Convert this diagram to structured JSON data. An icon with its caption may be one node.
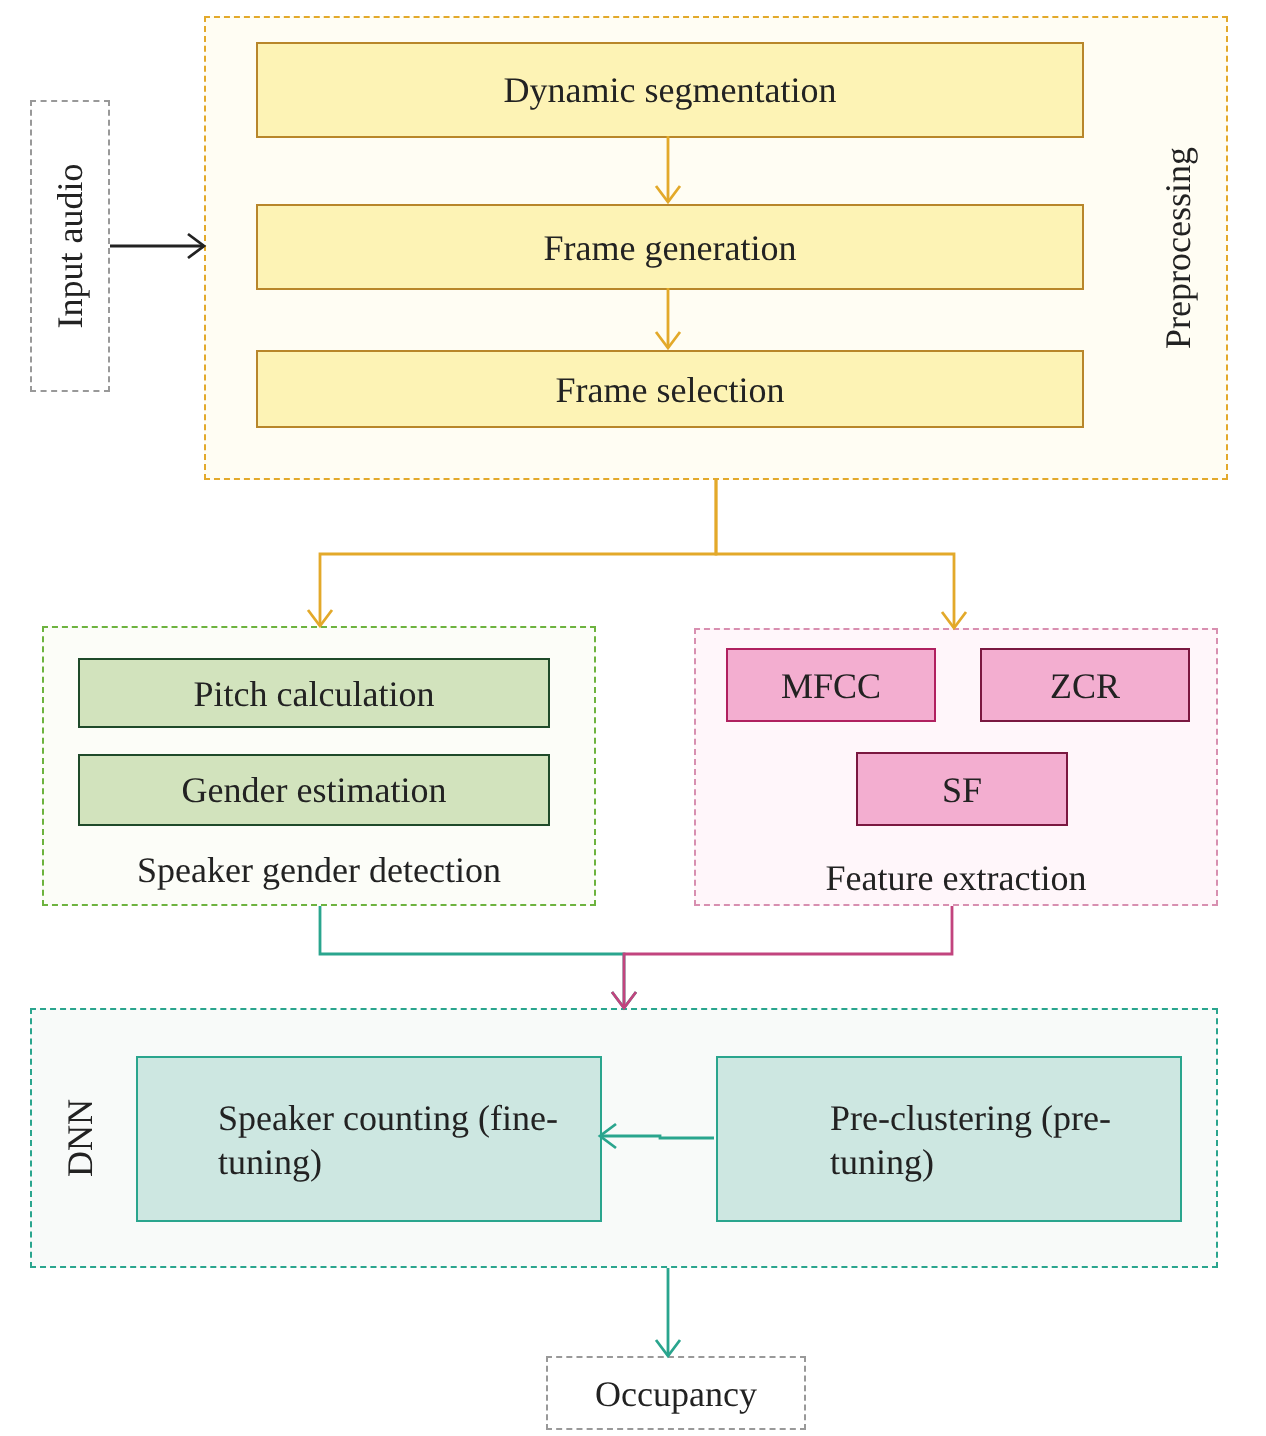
{
  "diagram": {
    "nodes": [
      {
        "text": [
          "Input audio"
        ]
      },
      {
        "text": [
          "Preprocessing"
        ]
      },
      {
        "text": [
          "Dynamic segmentation"
        ],
        "in": 1
      },
      {
        "text": [
          "Frame generation"
        ],
        "in": 1
      },
      {
        "text": [
          "Frame selection"
        ],
        "in": 1
      },
      {
        "text": [
          "Speaker gender detection"
        ]
      },
      {
        "text": [
          "Pitch calculation"
        ],
        "in": 5
      },
      {
        "text": [
          "Gender estimation"
        ],
        "in": 5
      },
      {
        "text": [
          "Feature extraction"
        ]
      },
      {
        "text": [
          "MFCC"
        ],
        "in": 8
      },
      {
        "text": [
          "ZCR"
        ],
        "in": 8
      },
      {
        "text": [
          "SF"
        ],
        "in": 8
      },
      {
        "text": [
          "DNN"
        ]
      },
      {
        "text": [
          "Speaker counting (fine-tuning)"
        ],
        "in": 12
      },
      {
        "text": [
          "Pre-clustering (pre-tuning)"
        ],
        "in": 12
      },
      {
        "text": [
          "Occupancy"
        ]
      }
    ],
    "edges": [
      {
        "from": 0,
        "to": 1,
        "arrow": "to",
        "color": "#222222"
      },
      {
        "from": 2,
        "to": 3,
        "arrow": "to",
        "color": "#e3a92a"
      },
      {
        "from": 3,
        "to": 4,
        "arrow": "to",
        "color": "#e3a92a"
      },
      {
        "from": 1,
        "to": 5,
        "arrow": "to",
        "color": "#e3a92a"
      },
      {
        "from": 1,
        "to": 8,
        "arrow": "to",
        "color": "#e3a92a"
      },
      {
        "from": 5,
        "to": 12,
        "arrow": "to",
        "color": "#2aa58e"
      },
      {
        "from": 8,
        "to": 12,
        "arrow": "to",
        "color": "#c2447e"
      },
      {
        "from": 14,
        "to": 13,
        "arrow": "to",
        "color": "#2aa58e"
      },
      {
        "from": 12,
        "to": 15,
        "arrow": "to",
        "color": "#2aa58e"
      }
    ]
  }
}
